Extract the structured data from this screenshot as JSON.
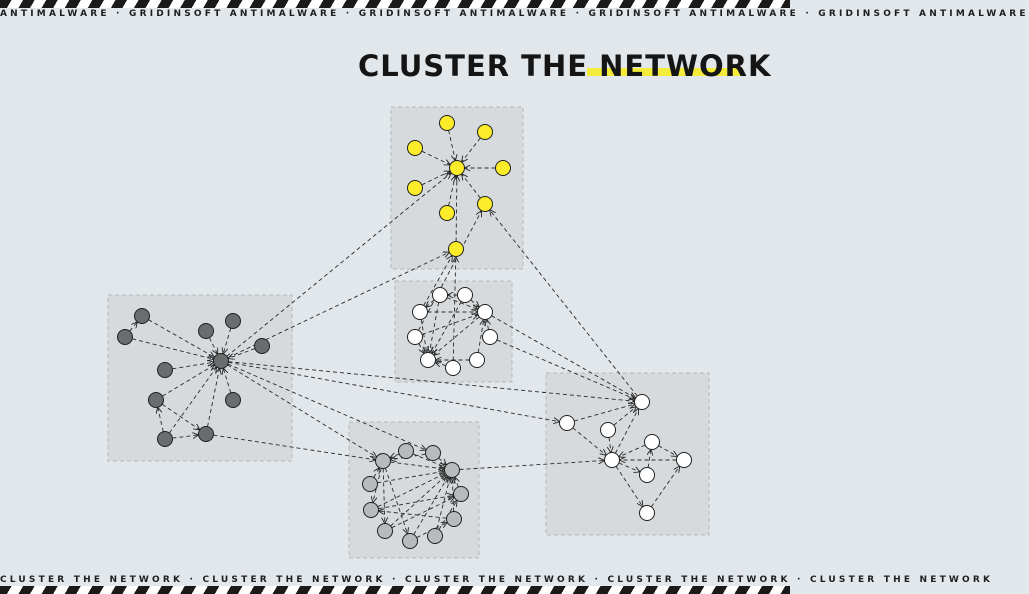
{
  "ticker_top": {
    "text": "ANTIMALWARE · GRIDINSOFT ANTIMALWARE · GRIDINSOFT ANTIMALWARE · GRIDINSOFT ANTIMALWARE · GRIDINSOFT ANTIMALWARE"
  },
  "ticker_bottom": {
    "text": "CLUSTER THE NETWORK · CLUSTER THE NETWORK · CLUSTER THE NETWORK · CLUSTER THE NETWORK · CLUSTER THE NETWORK"
  },
  "title": "CLUSTER THE NETWORK",
  "colors": {
    "background": "#e2e7eb",
    "cluster_box": "#d6dadd",
    "yellow": "#fcec2a",
    "dark": "#6a6c6e",
    "light_gray": "#b8bbbe",
    "white": "#ffffff",
    "highlight": "#f4ec3a"
  },
  "graph": {
    "node_count": 47,
    "edge_count": 84
  }
}
